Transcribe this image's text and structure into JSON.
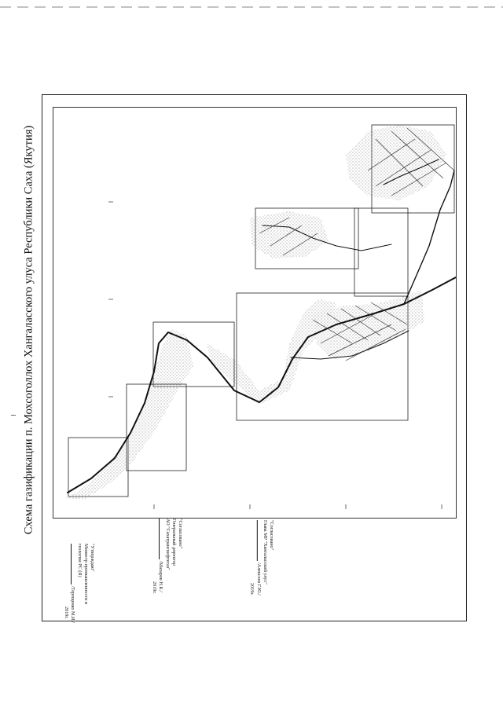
{
  "title": "Схема газификации п. Мохсоголлох Хангаласского улуса Республики Саха (Якутия)",
  "approval_blocks": [
    {
      "heading": "\"Утверждаю\"",
      "position_lines": [
        "Министр промышленности и",
        "геологии РС (Я)"
      ],
      "signature_name": "/Терещенко М.И./",
      "year": "2019г."
    },
    {
      "heading": "\"Согласовано\"",
      "position_lines": [
        "Генеральный директор",
        "АО \"Сахатранснефтегаз\""
      ],
      "signature_name": "/Махаров Н.К./",
      "year": "2019г."
    },
    {
      "heading": "\"Согласовано\"",
      "position_lines": [
        "Глава МР \"Хангаласский улус\""
      ],
      "signature_name": "/Алексеев Г.Ю./",
      "year": "2019г."
    }
  ]
}
